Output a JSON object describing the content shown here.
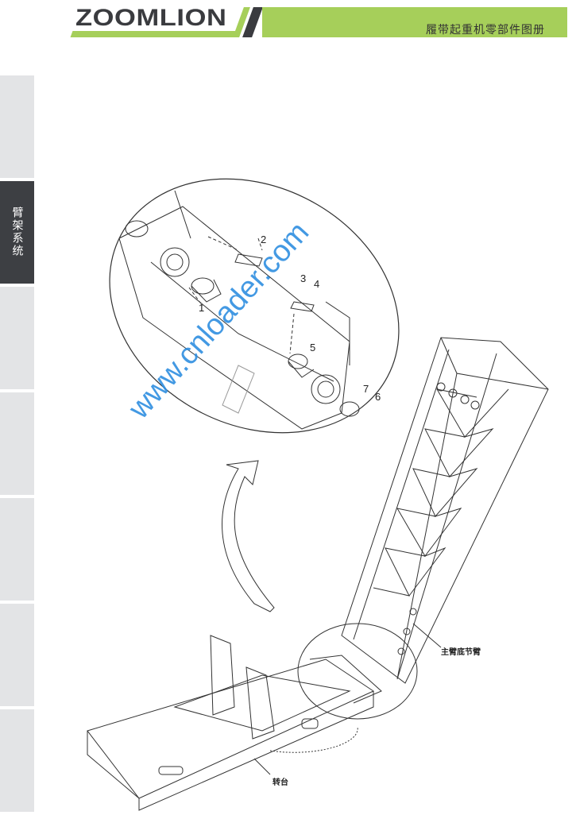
{
  "header": {
    "logo_text": "ZOOMLION",
    "title": "履带起重机零部件图册",
    "brand_green": "#a6cf5a",
    "brand_dark": "#3a3b3f"
  },
  "sidebar": {
    "tabs": [
      {
        "label": ""
      },
      {
        "label": "臂架系统",
        "active": true
      },
      {
        "label": ""
      },
      {
        "label": ""
      },
      {
        "label": ""
      },
      {
        "label": ""
      },
      {
        "label": ""
      }
    ]
  },
  "drawing": {
    "part_numbers": [
      "1",
      "2",
      "3",
      "4",
      "5",
      "6",
      "7"
    ],
    "labels": {
      "main_boom_base": "主臂底节臂",
      "turntable": "转台"
    },
    "watermark": "www.cnloader.com"
  }
}
